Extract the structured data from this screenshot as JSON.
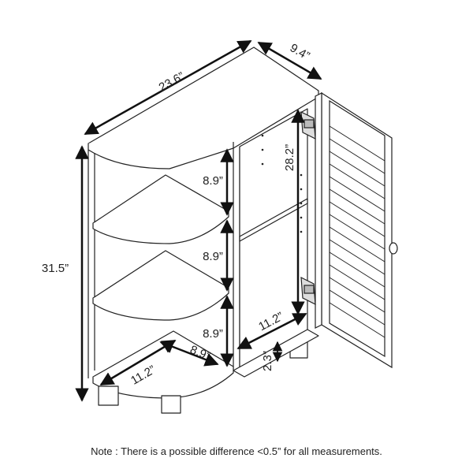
{
  "dimensions": {
    "top_width": "23.6”",
    "top_depth": "9.4”",
    "total_height": "31.5”",
    "shelf_gap_1": "8.9”",
    "shelf_gap_2": "8.9”",
    "shelf_gap_3": "8.9”",
    "cabinet_inner_height": "28.2”",
    "cabinet_inner_width": "11.2”",
    "base_height": "2.3”",
    "shelf_width": "11.2”",
    "shelf_depth": "8.9”"
  },
  "note": "Note : There is a possible difference <0.5” for all measurements."
}
